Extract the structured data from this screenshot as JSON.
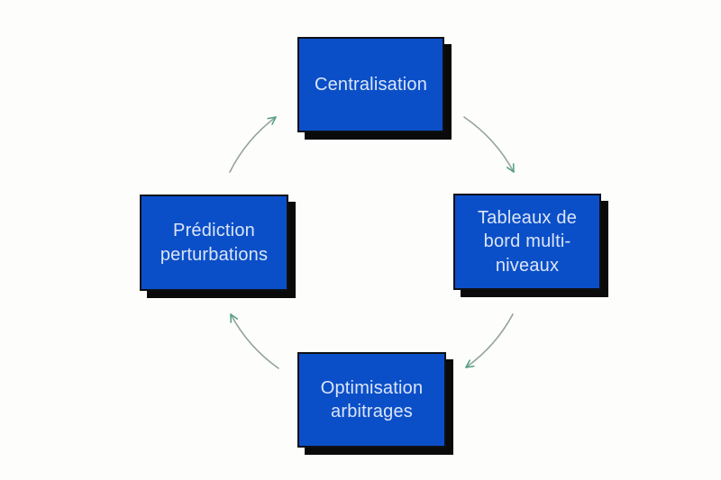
{
  "diagram": {
    "type": "cycle",
    "direction": "clockwise",
    "nodes": [
      {
        "id": "centralisation",
        "label": "Centralisation",
        "position": "top"
      },
      {
        "id": "tableaux-de-bord",
        "label": "Tableaux de bord multi-niveaux",
        "position": "right"
      },
      {
        "id": "optimisation",
        "label": "Optimisation arbitrages",
        "position": "bottom"
      },
      {
        "id": "prediction",
        "label": "Prédiction perturbations",
        "position": "left"
      }
    ],
    "arrows": [
      {
        "from": "Centralisation",
        "to": "Tableaux de bord multi-niveaux"
      },
      {
        "from": "Tableaux de bord multi-niveaux",
        "to": "Optimisation arbitrages"
      },
      {
        "from": "Optimisation arbitrages",
        "to": "Prédiction perturbations"
      },
      {
        "from": "Prédiction perturbations",
        "to": "Centralisation"
      }
    ],
    "colors": {
      "background": "#fdfdfc",
      "node_fill": "#0b4fc8",
      "node_border": "#0e1015",
      "node_text": "#dbe5f8",
      "node_shadow": "#0a0a0a",
      "arrow_line": "#93a39b",
      "arrow_head": "#4f9f85"
    }
  }
}
